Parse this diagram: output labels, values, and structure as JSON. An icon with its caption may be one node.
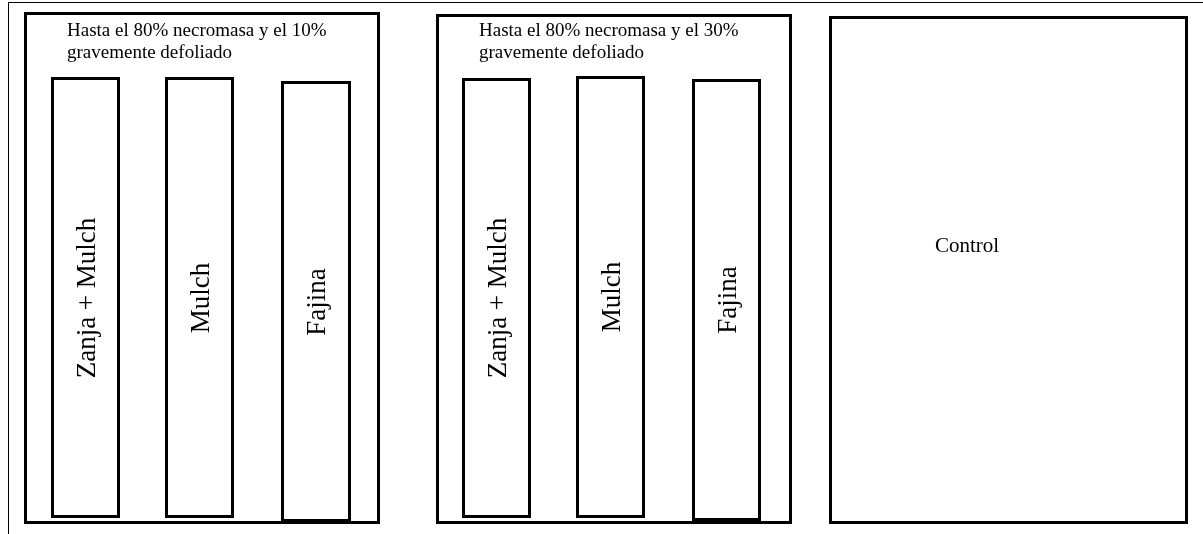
{
  "diagram": {
    "nodes": [
      {
        "text": [
          "Hasta el 80% necromasa y el 10% gravemente defoliado"
        ]
      },
      {
        "text": [
          "Zanja + Mulch"
        ],
        "in": 0
      },
      {
        "text": [
          "Mulch"
        ],
        "in": 0
      },
      {
        "text": [
          "Fajina"
        ],
        "in": 0
      },
      {
        "text": [
          "Hasta el 80% necromasa y el 30% gravemente defoliado"
        ]
      },
      {
        "text": [
          "Zanja + Mulch"
        ],
        "in": 4
      },
      {
        "text": [
          "Mulch"
        ],
        "in": 4
      },
      {
        "text": [
          "Fajina"
        ],
        "in": 4
      },
      {
        "text": [
          "Control"
        ]
      }
    ],
    "edges": []
  }
}
